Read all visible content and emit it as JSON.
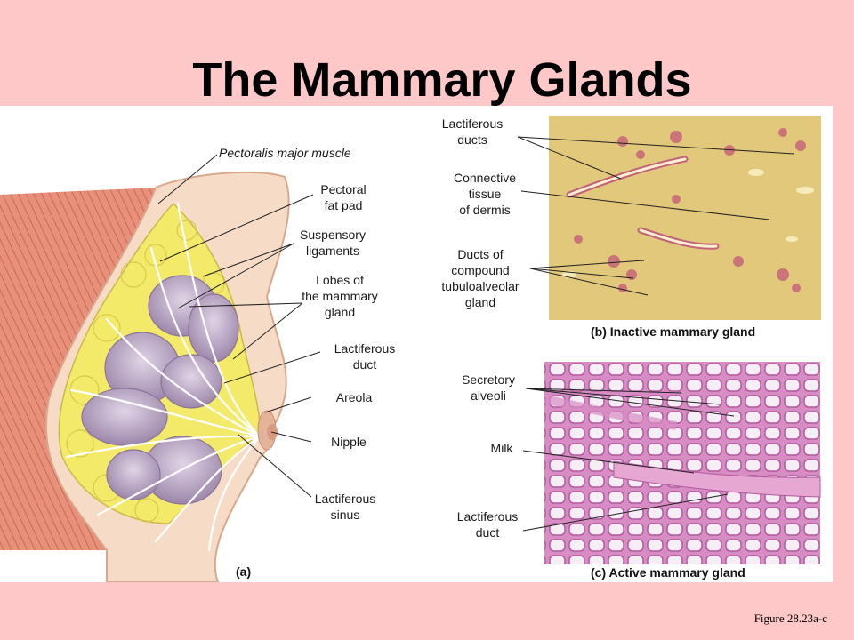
{
  "slide": {
    "title": "The Mammary Glands",
    "credit": "Figure 28.23a-c"
  },
  "panel_a": {
    "letter": "(a)",
    "labels": {
      "pectoralis": "Pectoralis major muscle",
      "fat_pad_1": "Pectoral",
      "fat_pad_2": "fat pad",
      "suspensory_1": "Suspensory",
      "suspensory_2": "ligaments",
      "lobes_1": "Lobes of",
      "lobes_2": "the mammary",
      "lobes_3": "gland",
      "duct_1": "Lactiferous",
      "duct_2": "duct",
      "areola": "Areola",
      "nipple": "Nipple",
      "sinus_1": "Lactiferous",
      "sinus_2": "sinus"
    }
  },
  "panel_b": {
    "caption": "(b) Inactive mammary gland",
    "labels": {
      "ducts_1": "Lactiferous",
      "ducts_2": "ducts",
      "connective_1": "Connective",
      "connective_2": "tissue",
      "connective_3": "of dermis",
      "compound_1": "Ducts of",
      "compound_2": "compound",
      "compound_3": "tubuloalveolar",
      "compound_4": "gland"
    }
  },
  "panel_c": {
    "caption": "(c) Active mammary gland",
    "labels": {
      "alveoli_1": "Secretory",
      "alveoli_2": "alveoli",
      "milk": "Milk",
      "duct_1": "Lactiferous",
      "duct_2": "duct"
    }
  },
  "colors": {
    "background": "#ffc8c8",
    "muscle": "#e8907a",
    "skin": "#f6dcc6",
    "fat": "#f3ea6a",
    "lobe": "#b8a3c2",
    "tissue_b": "#e2c87a",
    "tissue_c": "#e6a8d2"
  }
}
